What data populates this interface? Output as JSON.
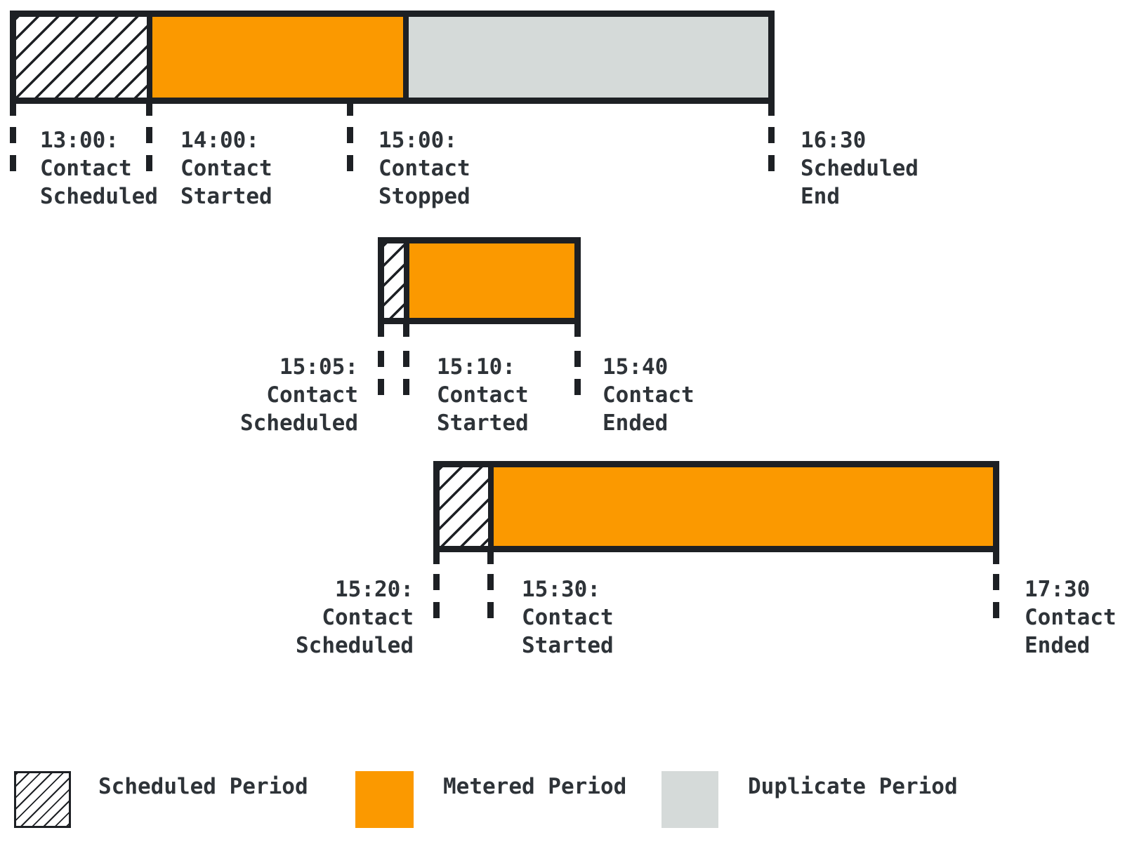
{
  "colors": {
    "metered": "#fb9900",
    "duplicate": "#d5dad9",
    "ink": "#1d2024",
    "text": "#2e3338"
  },
  "bars": [
    {
      "name": "first-contact",
      "segments": [
        "scheduled",
        "metered",
        "duplicate"
      ],
      "markers": [
        {
          "lines": [
            "13:00:",
            "Contact",
            "Scheduled"
          ]
        },
        {
          "lines": [
            "14:00:",
            "Contact",
            "Started"
          ]
        },
        {
          "lines": [
            "15:00:",
            "Contact",
            "Stopped"
          ]
        },
        {
          "lines": [
            "16:30",
            "Scheduled",
            "End"
          ]
        }
      ]
    },
    {
      "name": "second-contact",
      "segments": [
        "scheduled",
        "metered"
      ],
      "markers": [
        {
          "lines": [
            "15:05:",
            "Contact",
            "Scheduled"
          ]
        },
        {
          "lines": [
            "15:10:",
            "Contact",
            "Started"
          ]
        },
        {
          "lines": [
            "15:40",
            "Contact",
            "Ended"
          ]
        }
      ]
    },
    {
      "name": "third-contact",
      "segments": [
        "scheduled",
        "metered"
      ],
      "markers": [
        {
          "lines": [
            "15:20:",
            "Contact",
            "Scheduled"
          ]
        },
        {
          "lines": [
            "15:30:",
            "Contact",
            "Started"
          ]
        },
        {
          "lines": [
            "17:30",
            "Contact",
            "Ended"
          ]
        }
      ]
    }
  ],
  "legend": {
    "items": [
      {
        "key": "scheduled",
        "label": "Scheduled Period"
      },
      {
        "key": "metered",
        "label": "Metered Period"
      },
      {
        "key": "duplicate",
        "label": "Duplicate Period"
      }
    ]
  }
}
